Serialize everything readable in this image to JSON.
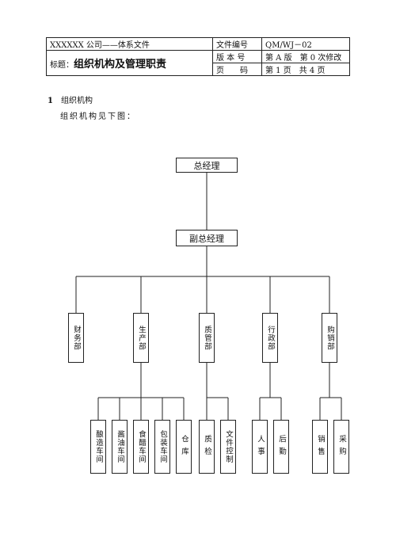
{
  "header": {
    "company_doc": "XXXXXX 公司——体系文件",
    "title_label": "标题：",
    "title": "组织机构及管理职责",
    "doc_no_label": "文件编号",
    "doc_no": "QM/WJ－02",
    "version_label": "版 本 号",
    "version": "第 A 版　第 0 次修改",
    "page_label": "页　　码",
    "page": "第 1 页　共 4 页"
  },
  "section": {
    "number": "1",
    "title": "组织机构",
    "intro": "组织机构见下图："
  },
  "org_chart": {
    "top": "总经理",
    "deputy": "副总经理",
    "departments": [
      {
        "name": "财务部",
        "units": []
      },
      {
        "name": "生产部",
        "units": [
          "酿造车间",
          "酱油车间",
          "食醋车间",
          "包装车间",
          "仓库"
        ]
      },
      {
        "name": "质管部",
        "units": [
          "质检",
          "文件控制"
        ]
      },
      {
        "name": "行政部",
        "units": [
          "人事",
          "后勤"
        ]
      },
      {
        "name": "购销部",
        "units": [
          "销售",
          "采购"
        ]
      }
    ]
  }
}
